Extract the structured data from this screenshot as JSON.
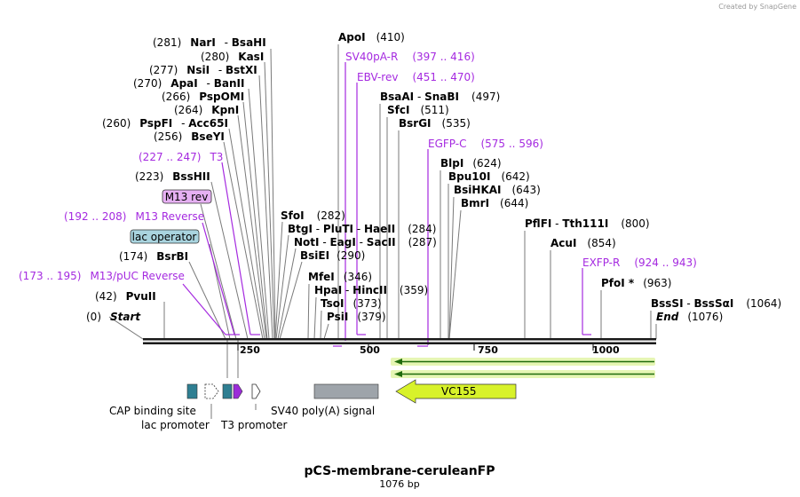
{
  "brand": "Created by SnapGene",
  "title": "pCS-membrane-ceruleanFP",
  "length": "1076 bp",
  "scale_max": 1076,
  "ticks": [
    "250",
    "500",
    "750",
    "1000"
  ],
  "sites": [
    {
      "pos": "(0)",
      "name": "Start",
      "loc": 0
    },
    {
      "pos": "(42)",
      "name": "PvuII",
      "loc": 42
    },
    {
      "pos": "(174)",
      "name": "BsrBI",
      "loc": 174
    },
    {
      "pos": "(223)",
      "name": "BssHII",
      "loc": 223
    },
    {
      "pos": "(256)",
      "name": "BseYI",
      "loc": 256
    },
    {
      "pos": "(260)",
      "name": "PspFI",
      "alt": "Acc65I",
      "loc": 260
    },
    {
      "pos": "(264)",
      "name": "KpnI",
      "loc": 264
    },
    {
      "pos": "(266)",
      "name": "PspOMI",
      "loc": 266
    },
    {
      "pos": "(270)",
      "name": "ApaI",
      "alt": "BanII",
      "loc": 270
    },
    {
      "pos": "(277)",
      "name": "NsiI",
      "alt": "BstXI",
      "loc": 277
    },
    {
      "pos": "(280)",
      "name": "KasI",
      "loc": 280
    },
    {
      "pos": "(281)",
      "name": "NarI",
      "alt": "BsaHI",
      "loc": 281
    },
    {
      "pos": "(282)",
      "name": "SfoI",
      "loc": 282
    },
    {
      "pos": "(284)",
      "name": "BtgI",
      "alt": "PluTI",
      "alt2": "HaeII",
      "loc": 284
    },
    {
      "pos": "(287)",
      "name": "NotI",
      "alt": "EagI",
      "alt2": "SacII",
      "loc": 287
    },
    {
      "pos": "(290)",
      "name": "BsiEI",
      "loc": 290
    },
    {
      "pos": "(346)",
      "name": "MfeI",
      "loc": 346
    },
    {
      "pos": "(359)",
      "name": "HpaI",
      "alt": "HincII",
      "loc": 359
    },
    {
      "pos": "(373)",
      "name": "TsoI",
      "loc": 373
    },
    {
      "pos": "(379)",
      "name": "PsiI",
      "loc": 379
    },
    {
      "pos": "(410)",
      "name": "ApoI",
      "loc": 410
    },
    {
      "pos": "(497)",
      "name": "BsaAI",
      "alt": "SnaBI",
      "loc": 497
    },
    {
      "pos": "(511)",
      "name": "SfcI",
      "loc": 511
    },
    {
      "pos": "(535)",
      "name": "BsrGI",
      "loc": 535
    },
    {
      "pos": "(624)",
      "name": "BlpI",
      "loc": 624
    },
    {
      "pos": "(642)",
      "name": "Bpu10I",
      "loc": 642
    },
    {
      "pos": "(643)",
      "name": "BsiHKAI",
      "loc": 643
    },
    {
      "pos": "(644)",
      "name": "BmrI",
      "loc": 644
    },
    {
      "pos": "(800)",
      "name": "PflFI",
      "alt": "Tth111I",
      "loc": 800
    },
    {
      "pos": "(854)",
      "name": "AcuI",
      "loc": 854
    },
    {
      "pos": "(963)",
      "name": "PfoI *",
      "loc": 963
    },
    {
      "pos": "(1064)",
      "name": "BssSI",
      "alt": "BssSαI",
      "loc": 1064
    },
    {
      "pos": "(1076)",
      "name": "End",
      "loc": 1076
    }
  ],
  "primers": [
    {
      "name": "M13/pUC Reverse",
      "range": "(173 .. 195)"
    },
    {
      "name": "M13 Reverse",
      "range": "(192 .. 208)"
    },
    {
      "name": "T3",
      "range": "(227 .. 247)"
    },
    {
      "name": "SV40pA-R",
      "range": "(397 .. 416)"
    },
    {
      "name": "EBV-rev",
      "range": "(451 .. 470)"
    },
    {
      "name": "EGFP-C",
      "range": "(575 .. 596)"
    },
    {
      "name": "EXFP-R",
      "range": "(924 .. 943)"
    }
  ],
  "boxed_labels": {
    "m13rev": "M13 rev",
    "lac_operator": "lac operator"
  },
  "features": {
    "cap": "CAP binding site",
    "lac_promoter": "lac promoter",
    "t3_promoter": "T3 promoter",
    "sv40": "SV40 poly(A) signal",
    "vc155": "VC155"
  },
  "colors": {
    "teal": "#2f7f92",
    "purple": "#9b2cd8",
    "gray": "#9ea4aa",
    "lime": "#d8f22a",
    "green": "#1f6b0c",
    "primer": "#a52ae0"
  }
}
